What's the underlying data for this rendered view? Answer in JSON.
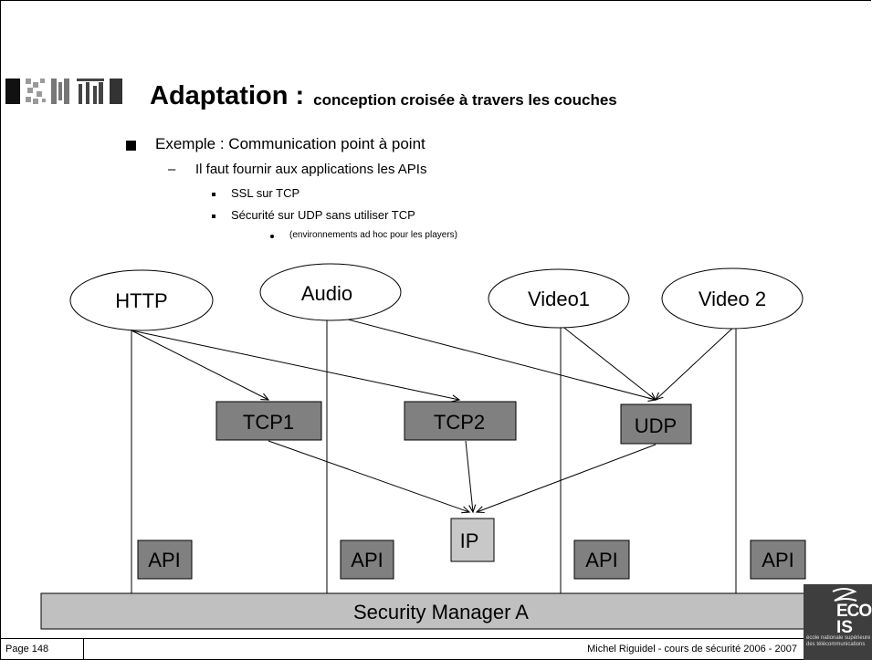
{
  "title": {
    "main": "Adaptation :",
    "sub": "conception croisée à travers les couches"
  },
  "bullets": {
    "level1": "Exemple : Communication point à point",
    "level2": "Il faut fournir aux applications les APIs",
    "level3": [
      "SSL sur TCP",
      "Sécurité sur UDP sans utiliser TCP"
    ],
    "level4": "(environnements ad hoc pour les players)"
  },
  "diagram": {
    "apps": [
      "HTTP",
      "Audio",
      "Video1",
      "Video 2"
    ],
    "transports": [
      "TCP1",
      "TCP2",
      "UDP"
    ],
    "network": "IP",
    "api_label": "API",
    "security_manager": "Security Manager A",
    "colors": {
      "dark_box": "#808080",
      "light_box": "#c8c8c8",
      "manager_bar": "#c0c0c0",
      "ellipse_fill": "#ffffff"
    }
  },
  "footer": {
    "page": "Page 148",
    "credit": "Michel Riguidel - cours de sécurité 2006 - 2007"
  },
  "logo": {
    "text_big": "ECOM",
    "text_big2": "IS",
    "text_small": "école nationale supérieure des télécommunications"
  }
}
